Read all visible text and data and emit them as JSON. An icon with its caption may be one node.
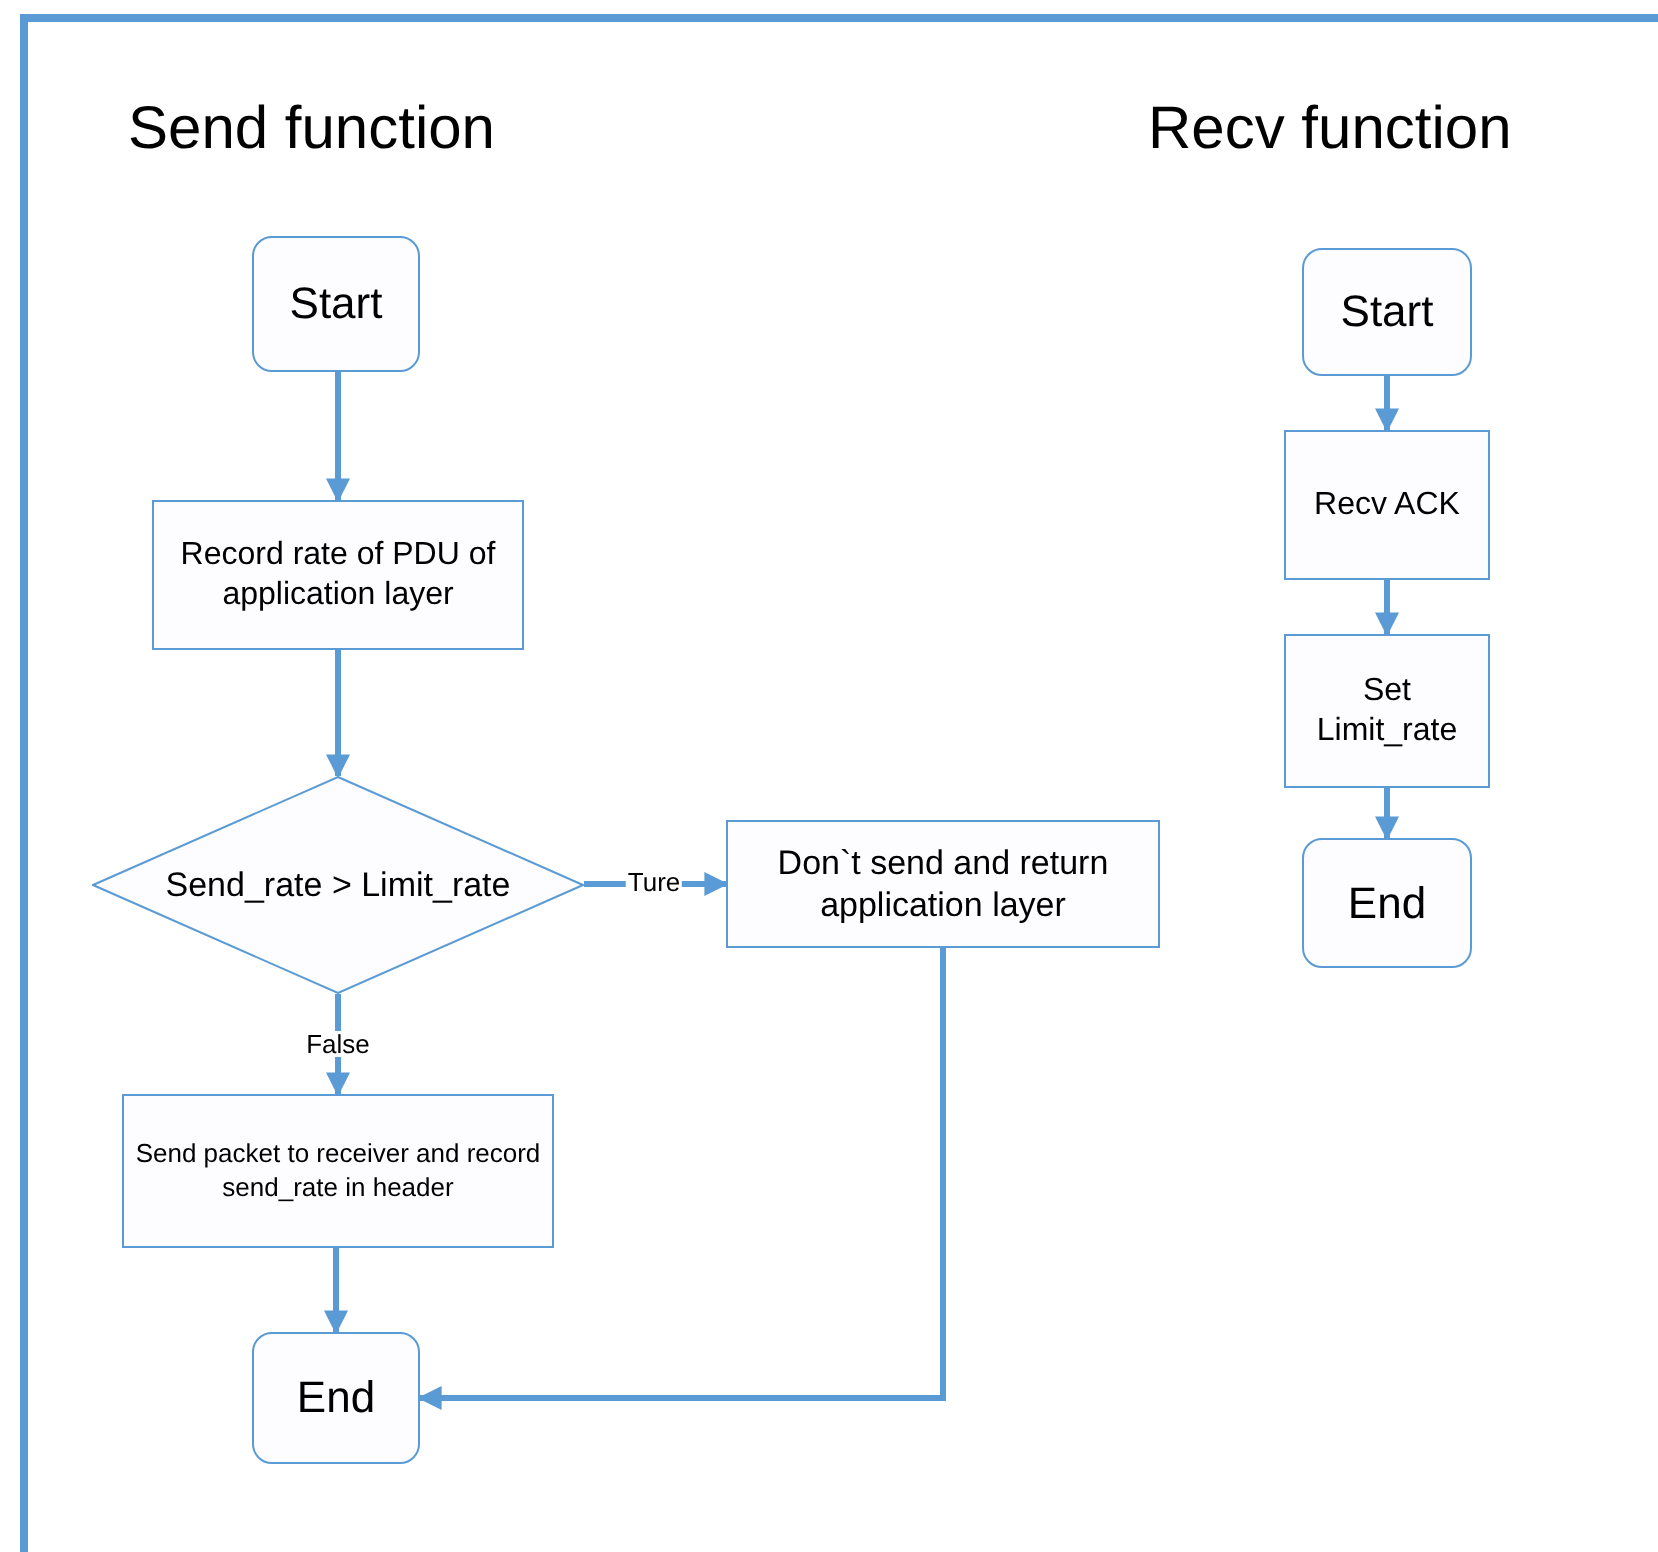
{
  "diagram": {
    "nodes": [
      {
        "text": [
          "Start"
        ]
      },
      {
        "text": [
          "Record rate of PDU of application layer"
        ]
      },
      {
        "text": [
          "Send_rate > Limit_rate"
        ]
      },
      {
        "text": [
          "Don`t send and return application layer"
        ]
      },
      {
        "text": [
          "Send packet to receiver and record send_rate in header"
        ]
      },
      {
        "text": [
          "End"
        ]
      },
      {
        "text": [
          "Start"
        ]
      },
      {
        "text": [
          "Recv ACK"
        ]
      },
      {
        "text": [
          "Set Limit_rate"
        ]
      },
      {
        "text": [
          "End"
        ]
      }
    ],
    "edges": [
      {
        "from": 0,
        "to": 1,
        "arrow": "to"
      },
      {
        "from": 1,
        "to": 2,
        "arrow": "to"
      },
      {
        "from": 2,
        "to": 3,
        "arrow": "to",
        "label": "Ture"
      },
      {
        "from": 2,
        "to": 4,
        "arrow": "to",
        "label": "False"
      },
      {
        "from": 4,
        "to": 5,
        "arrow": "to"
      },
      {
        "from": 3,
        "to": 5,
        "arrow": "to"
      },
      {
        "from": 6,
        "to": 7,
        "arrow": "to"
      },
      {
        "from": 7,
        "to": 8,
        "arrow": "to"
      },
      {
        "from": 8,
        "to": 9,
        "arrow": "to"
      }
    ],
    "labels": [
      "Send function",
      "Recv function"
    ]
  }
}
